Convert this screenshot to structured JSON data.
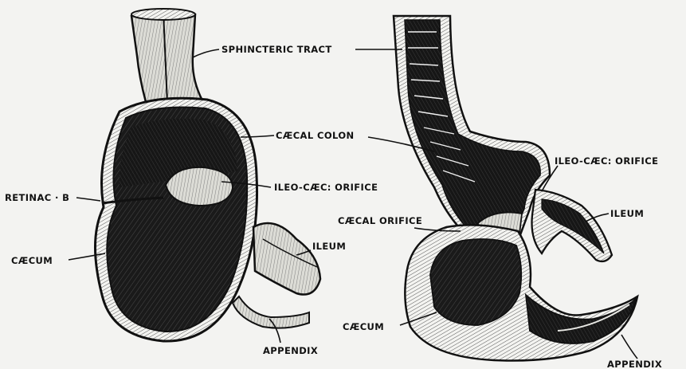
{
  "labels": {
    "sphincteric_tract": "SPHINCTERIC TRACT",
    "caecal_colon": "CÆCAL COLON",
    "retinac_b": "RETINAC · B",
    "ileo_caec_orifice_left": "ILEO-CÆC: ORIFICE",
    "caecum_left": "CÆCUM",
    "ileum_left": "ILEUM",
    "appendix_left": "APPENDIX",
    "ileo_caec_orifice_right": "ILEO-CÆC: ORIFICE",
    "ileum_right": "ILEUM",
    "caecal_orifice": "CÆCAL ORIFICE",
    "caecum_right": "CÆCUM",
    "appendix_right": "APPENDIX"
  }
}
